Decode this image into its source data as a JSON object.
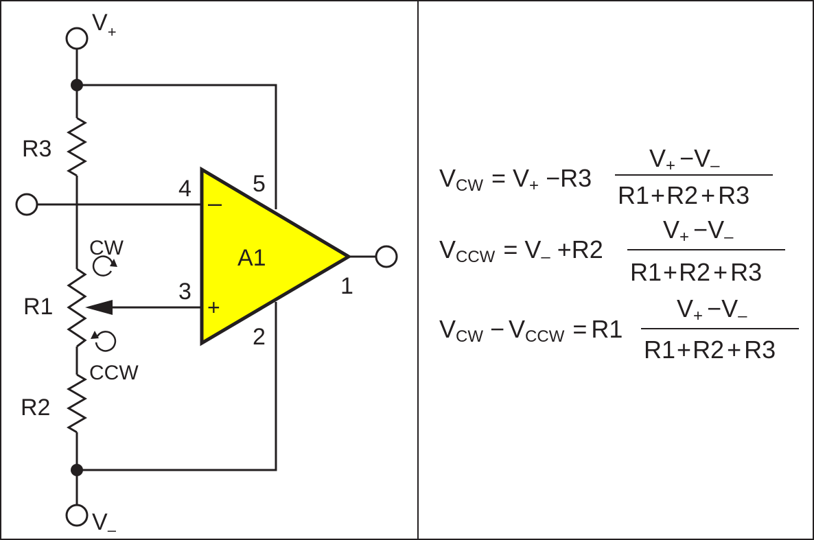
{
  "colors": {
    "line": "#231f20",
    "amplifier_fill": "#ffff00",
    "background": "#ffffff"
  },
  "nodes": {
    "vplus": {
      "main": "V",
      "sub": "+"
    },
    "vminus": {
      "main": "V",
      "sub": "–"
    }
  },
  "resistors": {
    "r3": "R3",
    "r1": "R1",
    "r2": "R2"
  },
  "wiper": {
    "cw": "CW",
    "ccw": "CCW"
  },
  "amplifier": {
    "name": "A1",
    "inverting_symbol": "–",
    "noninverting_symbol": "+",
    "pins": {
      "p1": "1",
      "p2": "2",
      "p3": "3",
      "p4": "4",
      "p5": "5"
    }
  },
  "equations": {
    "eq1": {
      "lhs_main": "V",
      "lhs_sub": "CW",
      "eq": "=",
      "t1_main": "V",
      "t1_sub": "+",
      "op": "−",
      "coef": "R3",
      "num_a": "V",
      "num_a_sub": "+",
      "num_op": "−",
      "num_b": "V",
      "num_b_sub": "–",
      "den_1": "R1",
      "den_op1": "+",
      "den_2": "R2",
      "den_op2": "+",
      "den_3": "R3"
    },
    "eq2": {
      "lhs_main": "V",
      "lhs_sub": "CCW",
      "eq": "=",
      "t1_main": "V",
      "t1_sub": "–",
      "op": "+",
      "coef": "R2",
      "num_a": "V",
      "num_a_sub": "+",
      "num_op": "−",
      "num_b": "V",
      "num_b_sub": "–",
      "den_1": "R1",
      "den_op1": "+",
      "den_2": "R2",
      "den_op2": "+",
      "den_3": "R3"
    },
    "eq3": {
      "lhs_main": "V",
      "lhs_sub": "CW",
      "lhs_op": "−",
      "lhs2_main": "V",
      "lhs2_sub": "CCW",
      "eq": "=",
      "coef": "R1",
      "num_a": "V",
      "num_a_sub": "+",
      "num_op": "−",
      "num_b": "V",
      "num_b_sub": "–",
      "den_1": "R1",
      "den_op1": "+",
      "den_2": "R2",
      "den_op2": "+",
      "den_3": "R3"
    }
  }
}
